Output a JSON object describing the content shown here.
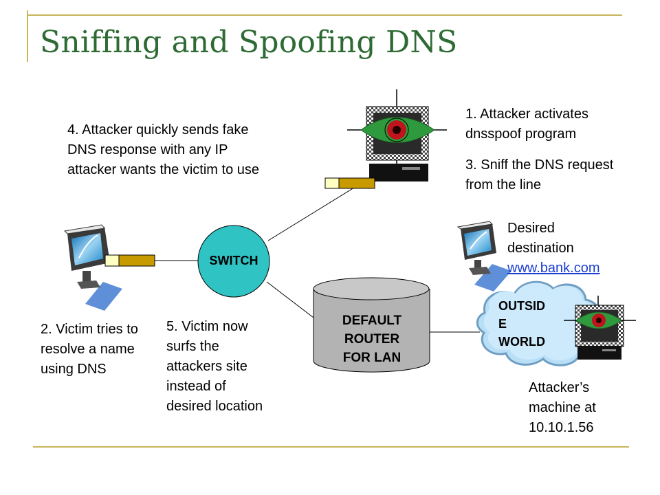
{
  "slide": {
    "title": "Sniffing and Spoofing DNS"
  },
  "nodes": {
    "switch_label": "SWITCH",
    "router_label_lines": [
      "DEFAULT",
      "ROUTER",
      "FOR LAN"
    ],
    "cloud_label_lines": [
      "OUTSID",
      "E",
      "WORLD"
    ]
  },
  "notes": {
    "step1": "1. Attacker activates dnsspoof program",
    "step3": "3. Sniff the DNS request from the line",
    "step4": "4. Attacker quickly sends fake DNS response with any IP attacker wants the victim to use",
    "step2": "2. Victim tries to resolve a name using DNS",
    "step5": "5. Victim now surfs the attackers site instead of desired location",
    "desired_destination": "Desired destination",
    "bank_link": "www.bank.com",
    "attacker_machine": "Attacker’s machine at 10.10.1.56"
  },
  "colors": {
    "title": "#2e6b34",
    "rule": "#c8b45a",
    "switch": "#2fc3c3",
    "router": "#b3b3b3",
    "cloud": "#c9e8fb",
    "link": "#1a3fd1"
  },
  "icons": {
    "victim": "monitor-icon",
    "attacker": "attacker-monitor-icon",
    "attacker_remote": "attacker-monitor-icon",
    "destination": "monitor-icon",
    "nic": "network-card-icon"
  }
}
